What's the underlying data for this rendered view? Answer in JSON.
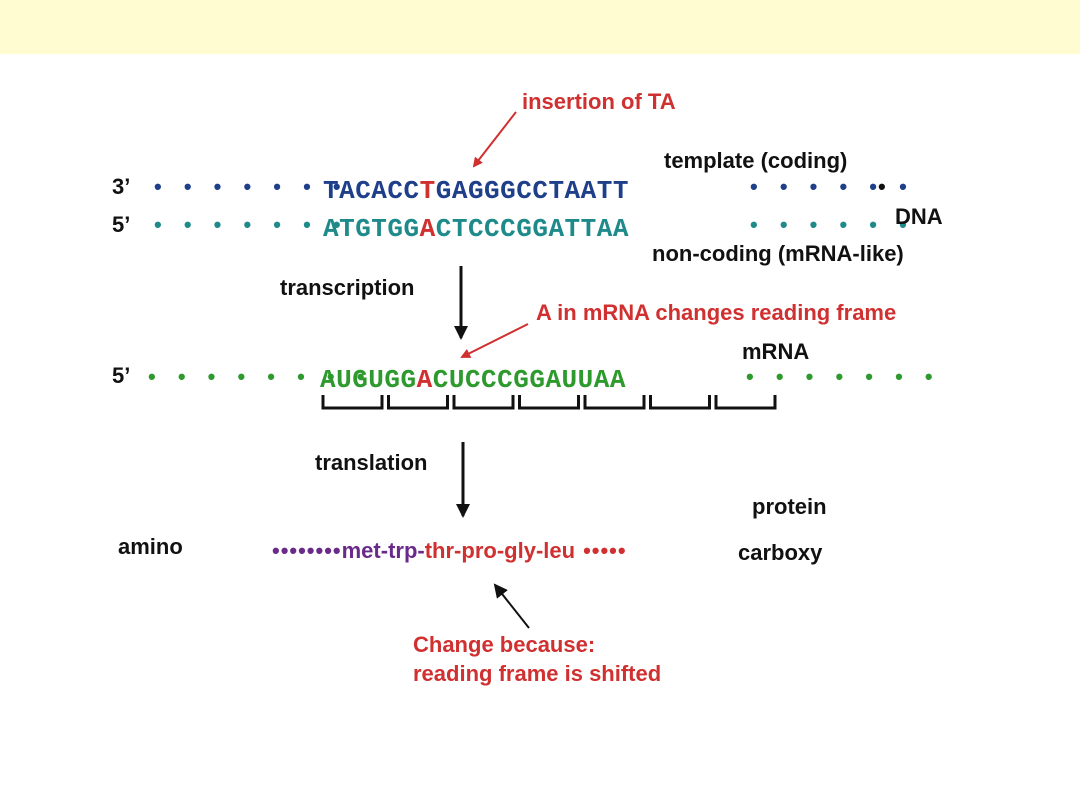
{
  "labels": {
    "insertion": "insertion of TA",
    "template": "template (coding)",
    "dna": "DNA",
    "non_coding": "non-coding (mRNA-like)",
    "transcription": "transcription",
    "a_change": "A in mRNA changes reading frame",
    "mrna": "mRNA",
    "translation": "translation",
    "protein": "protein",
    "amino": "amino",
    "carboxy": "carboxy",
    "change_line1": "Change because:",
    "change_line2": "reading frame is shifted"
  },
  "strand_template": {
    "end": "3’",
    "dots_left": "• • • • • • •",
    "seq_a": "TACACC",
    "seq_ins": "T",
    "seq_b": "GAGGGCCTAATT",
    "dots_right": "• • • • • •"
  },
  "strand_coding": {
    "end": "5’",
    "dots_left": "• • • • • • •",
    "seq_a": "ATGTGG",
    "seq_ins": "A",
    "seq_b": "CTCCCGGATTAA",
    "dots_right": "• • • • • •"
  },
  "strand_mrna": {
    "end": "5’",
    "dots_left": "• • • • • • • •",
    "seq_a": "AUGUGG",
    "seq_ins": "A",
    "seq_b": "CUCCCGGAUUAA",
    "dots_right": "• • • • • • •"
  },
  "protein_chain": {
    "dots_left": "••••••••",
    "unchanged": "met-trp-",
    "changed": "thr-pro-gly-leu",
    "dots_right": "•••••"
  },
  "codon_count": 7,
  "colors": {
    "band": "#fefcd0",
    "template_strand": "#1f3f8a",
    "coding_strand": "#1f8a8a",
    "mrna_strand": "#2e9a2e",
    "highlight": "#d03030",
    "unchanged_aa": "#6a2a8a"
  }
}
